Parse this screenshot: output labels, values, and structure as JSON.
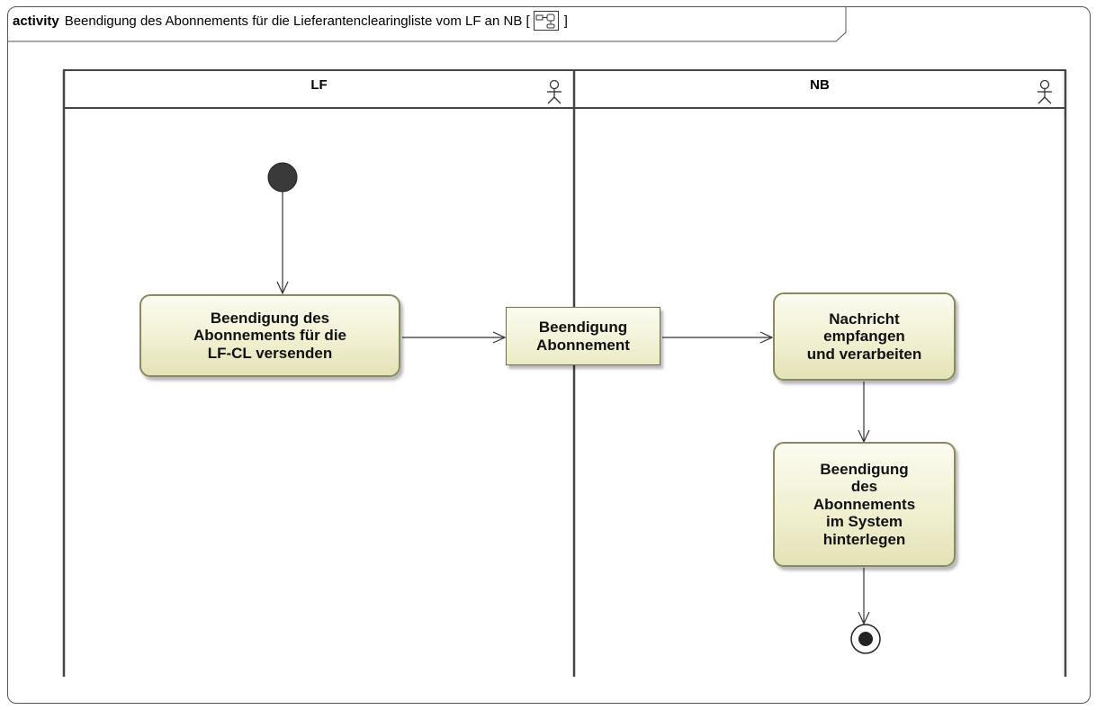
{
  "frame": {
    "keyword": "activity",
    "title": "Beendigung des Abonnements für die Lieferantenclearingliste vom LF an NB [",
    "close_bracket": "]",
    "diagram_icon": "activity-diagram-icon"
  },
  "lanes": [
    {
      "name": "LF",
      "icon": "actor-icon"
    },
    {
      "name": "NB",
      "icon": "actor-icon"
    }
  ],
  "nodes": {
    "initial": {
      "kind": "initial-node"
    },
    "send_action": {
      "lines": [
        "Beendigung des",
        "Abonnements für die",
        "LF-CL versenden"
      ]
    },
    "object": {
      "lines": [
        "Beendigung",
        "Abonnement"
      ]
    },
    "receive_action": {
      "lines": [
        "Nachricht",
        "empfangen",
        "und verarbeiten"
      ]
    },
    "store_action": {
      "lines": [
        "Beendigung",
        "des",
        "Abonnements",
        "im System",
        "hinterlegen"
      ]
    },
    "final": {
      "kind": "activity-final-node"
    }
  },
  "colors": {
    "action_fill_top": "#fbfbf0",
    "action_fill_bottom": "#e4e2b6",
    "action_border": "#8a8a60",
    "line": "#333333"
  }
}
